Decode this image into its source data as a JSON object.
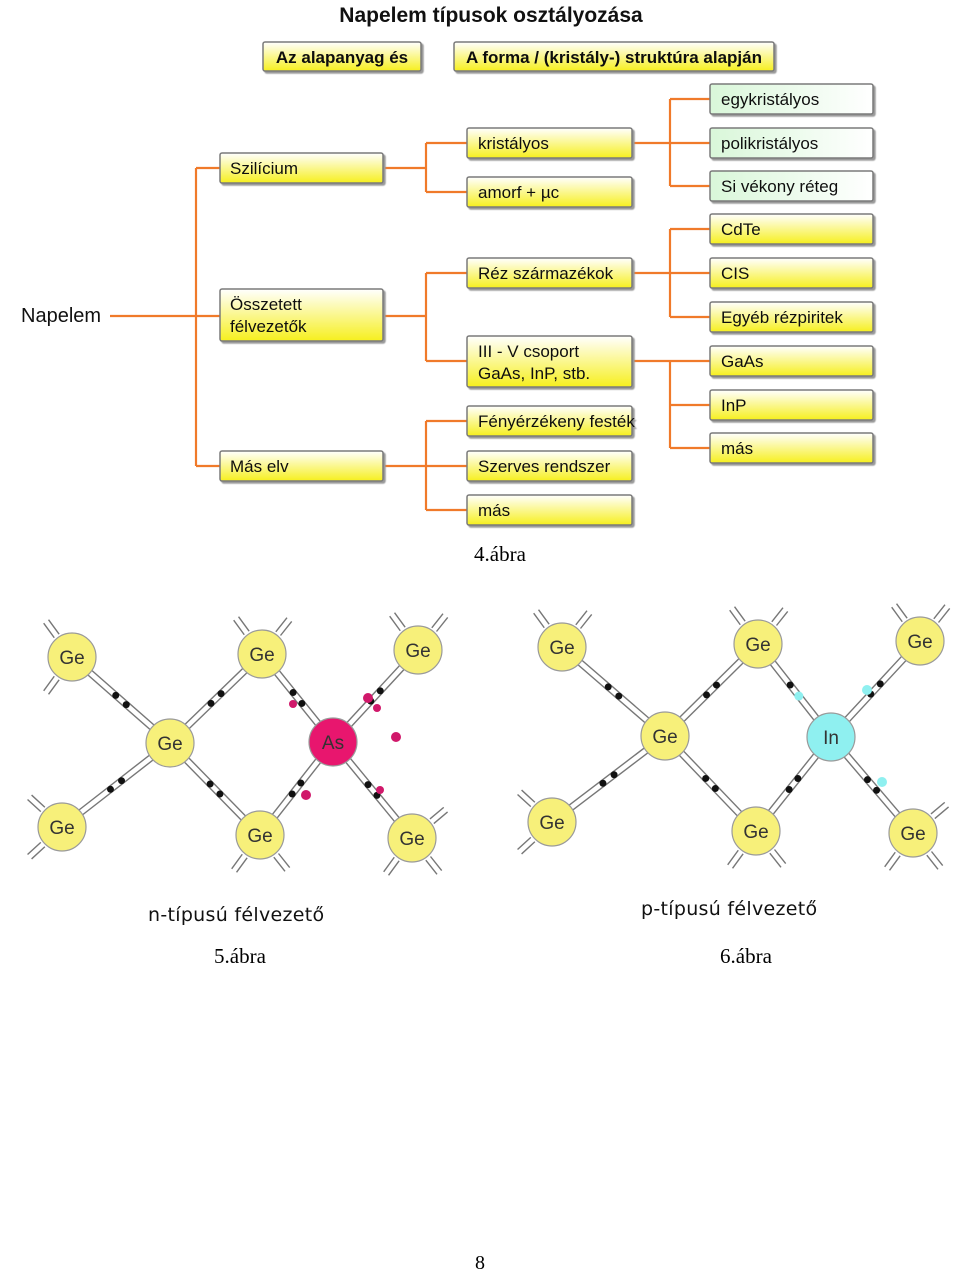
{
  "figure4": {
    "title": "Napelem típusok osztályozása",
    "headers": [
      "Az alapanyag és",
      "A forma / (kristály-) struktúra alapján"
    ],
    "root": "Napelem",
    "level1": [
      "Szilícium",
      "Összetett",
      "félvezetők",
      "Más elv"
    ],
    "level2": [
      "kristályos",
      "amorf + µc",
      "Réz származékok",
      "III - V csoport",
      "GaAs, InP, stb.",
      "Fényérzékeny festék",
      "Szerves rendszer",
      "más"
    ],
    "level3": [
      "egykristályos",
      "polikristályos",
      "Si vékony réteg",
      "CdTe",
      "CIS",
      "Egyéb rézpiritek",
      "GaAs",
      "InP",
      "más"
    ],
    "caption": "4.ábra"
  },
  "figure5": {
    "title": "n-típusú félvezető",
    "host_atom": "Ge",
    "dopant_atom": "As",
    "caption": "5.ábra",
    "colors": {
      "host": "#f7f07a",
      "dopant": "#e8166e",
      "electron": "#111111",
      "extra_electron": "#d0186a"
    }
  },
  "figure6": {
    "title": "p-típusú félvezető",
    "host_atom": "Ge",
    "dopant_atom": "In",
    "caption": "6.ábra",
    "colors": {
      "host": "#f7f07a",
      "dopant": "#8ff0f0",
      "electron": "#111111",
      "hole": "#8ff0f0"
    }
  },
  "page_number": "8",
  "colors": {
    "box_top": "#ffffff",
    "box_bottom": "#f5ee1e",
    "box_border": "#7a7a7a",
    "connector": "#f07a2a"
  }
}
